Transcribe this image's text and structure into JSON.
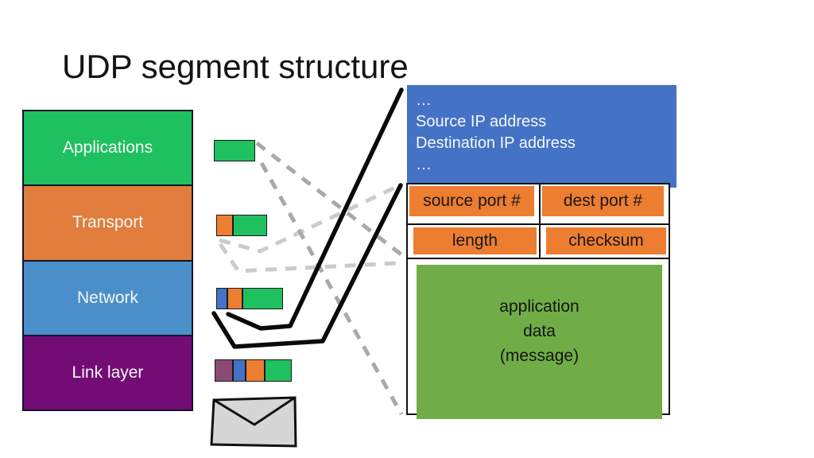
{
  "slide": {
    "title": "UDP segment structure",
    "background": "#ffffff"
  },
  "protocol_stack": {
    "layers": [
      {
        "label": "Applications",
        "color": "#1fc05f"
      },
      {
        "label": "Transport",
        "color": "#e17e3d"
      },
      {
        "label": "Network",
        "color": "#4a8fca"
      },
      {
        "label": "Link layer",
        "color": "#740c75"
      }
    ]
  },
  "packet_bars": [
    {
      "name": "application-message-bar",
      "segments": [
        "green"
      ]
    },
    {
      "name": "transport-segment-bar",
      "segments": [
        "orange",
        "green"
      ]
    },
    {
      "name": "network-datagram-bar",
      "segments": [
        "blue",
        "orange",
        "green"
      ]
    },
    {
      "name": "link-frame-bar",
      "segments": [
        "purple",
        "blue",
        "orange",
        "green"
      ]
    }
  ],
  "segment_colors": {
    "green": "#1fc05f",
    "orange": "#ed7d31",
    "blue": "#4472c4",
    "purple": "#8b4a74"
  },
  "ip_header_box": {
    "color": "#4472c4",
    "lines": [
      "…",
      "Source IP address",
      "Destination IP address",
      "…"
    ]
  },
  "udp_segment_box": {
    "header_color": "#ed7d31",
    "row1": [
      "source port #",
      "dest port #"
    ],
    "row2": [
      "length",
      "checksum"
    ],
    "payload": {
      "color": "#70ad47",
      "lines": [
        "application",
        "data",
        "(message)"
      ]
    }
  },
  "envelope_icon": {
    "fill": "#d6d6d6",
    "stroke": "#111111"
  },
  "connectors": {
    "pen_color": "#0a0a0a",
    "dash_dark": "#a9a9a9",
    "dash_light": "#cbcbcb"
  }
}
